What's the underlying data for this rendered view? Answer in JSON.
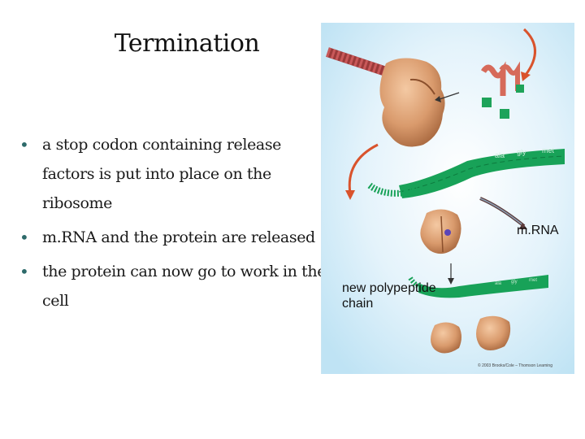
{
  "slide": {
    "title": "Termination",
    "bullets": [
      "a stop codon containing release factors is put into place on the ribosome",
      "m.RNA and the protein are released",
      "the protein can now go to work in  the cell"
    ]
  },
  "figure": {
    "mrna_label": "m.RNA",
    "polypeptide_label": "new polypeptide chain",
    "codon_labels_top": [
      "ala",
      "gly",
      "met"
    ],
    "codon_labels_bottom": [
      "ala",
      "gly",
      "met"
    ],
    "credit": "© 2003 Brooks/Cole – Thomson Learning"
  }
}
